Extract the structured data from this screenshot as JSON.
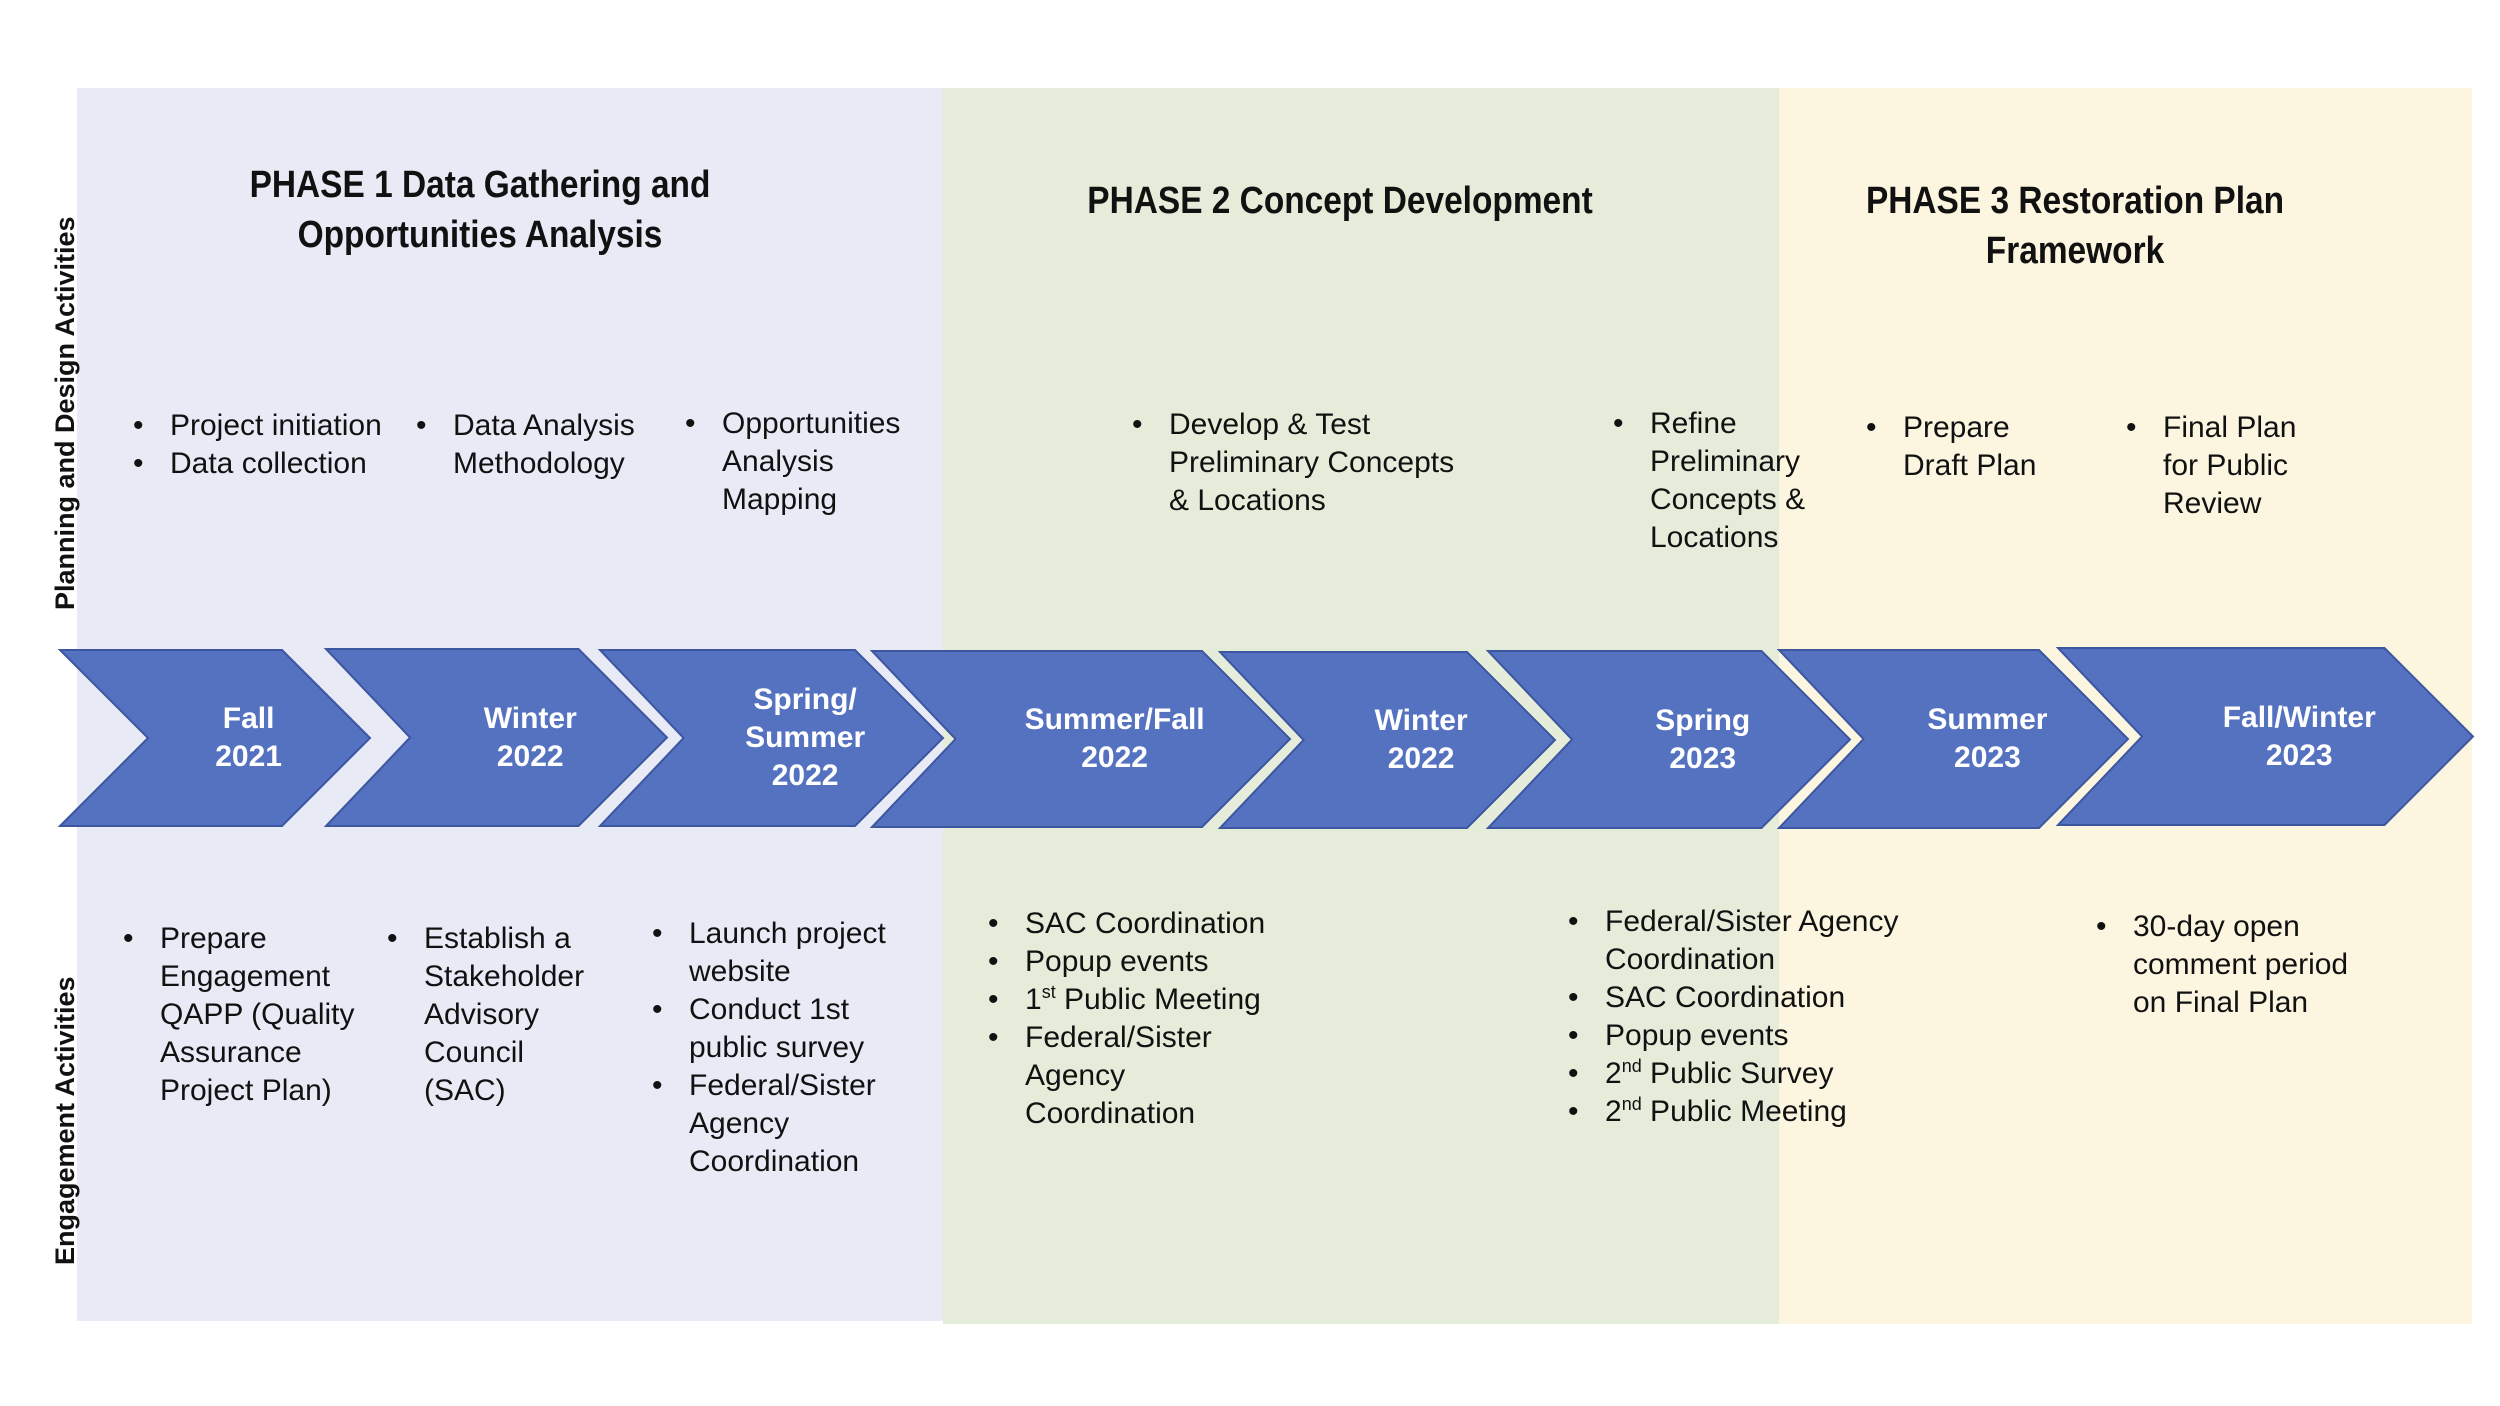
{
  "phases": [
    {
      "title": "PHASE 1  Data Gathering and\nOpportunities Analysis",
      "color": "#e8ebf6"
    },
    {
      "title": "PHASE 2  Concept Development",
      "color": "#e5edda"
    },
    {
      "title": "PHASE 3 Restoration Plan\nFramework",
      "color": "#fcf6e1"
    }
  ],
  "side_labels": {
    "planning": "Planning and Design Activities",
    "engagement": "Engagement Activities"
  },
  "chevron_color": "#5572c0",
  "timeline": [
    {
      "label": "Fall\n2021"
    },
    {
      "label": "Winter\n2022"
    },
    {
      "label": "Spring/\nSummer\n2022"
    },
    {
      "label": "Summer/Fall\n2022"
    },
    {
      "label": "Winter\n2022"
    },
    {
      "label": "Spring\n2023"
    },
    {
      "label": "Summer\n2023"
    },
    {
      "label": "Fall/Winter\n2023"
    }
  ],
  "planning_activities": [
    [
      "Project initiation",
      "Data collection"
    ],
    [
      "Data Analysis\nMethodology"
    ],
    [
      "Opportunities\nAnalysis\nMapping"
    ],
    [
      "Develop & Test\nPreliminary Concepts\n& Locations"
    ],
    [
      "Refine\nPreliminary\nConcepts &\nLocations"
    ],
    [
      "Prepare\nDraft Plan"
    ],
    [
      "Final Plan\nfor Public\nReview"
    ]
  ],
  "engagement_activities": [
    [
      "Prepare\nEngagement\nQAPP (Quality\nAssurance\nProject Plan)"
    ],
    [
      "Establish a\nStakeholder\nAdvisory\nCouncil\n(SAC)"
    ],
    [
      "Launch project\nwebsite",
      "Conduct 1st\npublic survey",
      "Federal/Sister\nAgency\nCoordination"
    ],
    [
      "SAC Coordination",
      "Popup events",
      "1st Public Meeting",
      "Federal/Sister\nAgency\nCoordination"
    ],
    [
      "Federal/Sister Agency\nCoordination",
      "SAC Coordination",
      "Popup events",
      "2nd Public Survey",
      "2nd Public Meeting"
    ],
    [
      "30-day open\ncomment period\non Final Plan"
    ]
  ]
}
